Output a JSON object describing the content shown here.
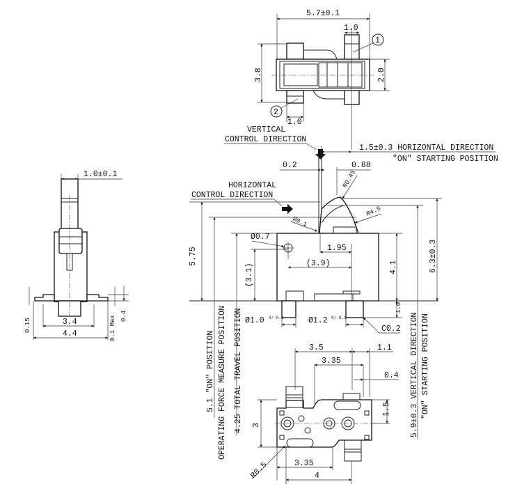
{
  "top_view": {
    "width_dim": "5.7±0.1",
    "terminal1_width": "1.0",
    "terminal2_width": "1.0",
    "height_dim": "3.8",
    "body_height_dim": "2.0",
    "callout_1": "1",
    "callout_2": "2"
  },
  "side_view": {
    "vertical_label_1": "VERTICAL",
    "vertical_label_2": "CONTROL DIRECTION",
    "horizontal_dir_1": "1.5±0.3 HORIZONTAL DIRECTION",
    "horizontal_dir_2": "\"ON\" STARTING POSITION",
    "dim_0_2": "0.2",
    "dim_0_88": "0.88",
    "horizontal_label_1": "HORIZONTAL",
    "horizontal_label_2": "CONTROL DIRECTION",
    "r045": "R0.45",
    "r45": "R4.5",
    "r01": "R0.1",
    "hole_dia": "Ø0.7",
    "dim_1_95": "1.95",
    "dim_3_9": "(3.9)",
    "dim_5_75": "5.75",
    "dim_3_1": "(3.1)",
    "dim_4_1": "4.1",
    "dim_6_3": "6.3±0.3",
    "dim_1_0": "1.0",
    "pin1_dia": "Ø1.0",
    "pin1_tol": "0/-0.1",
    "pin2_dia": "Ø1.2",
    "pin2_tol": "0/-0.1",
    "chamfer": "C0.2",
    "on_position": "5.1 \"ON\" POSITION",
    "operating_force": "OPERATING FORCE MEASURE POSITION",
    "total_travel": "4.25 TOTAL TRAVEL POSITION",
    "vertical_dir": "5.9±0.3 VERTICAL DIRECTION",
    "vertical_on": "\"ON\" STARTING POSITION"
  },
  "left_view": {
    "actuator_width": "1.0±0.1",
    "dim_0_15": "0.15",
    "dim_3_4": "3.4",
    "dim_4_4": "4.4",
    "dim_0_1_max": "0.1 Max",
    "dim_0_4": "0.4"
  },
  "bottom_view": {
    "dim_3_5": "3.5",
    "dim_1_1": "1.1",
    "dim_3_35_top": "3.35",
    "dim_0_4": "0.4",
    "dim_1_5": "1.5",
    "dim_3": "3",
    "r05": "R0.5",
    "dim_3_35_bottom": "3.35",
    "dim_4": "4"
  }
}
